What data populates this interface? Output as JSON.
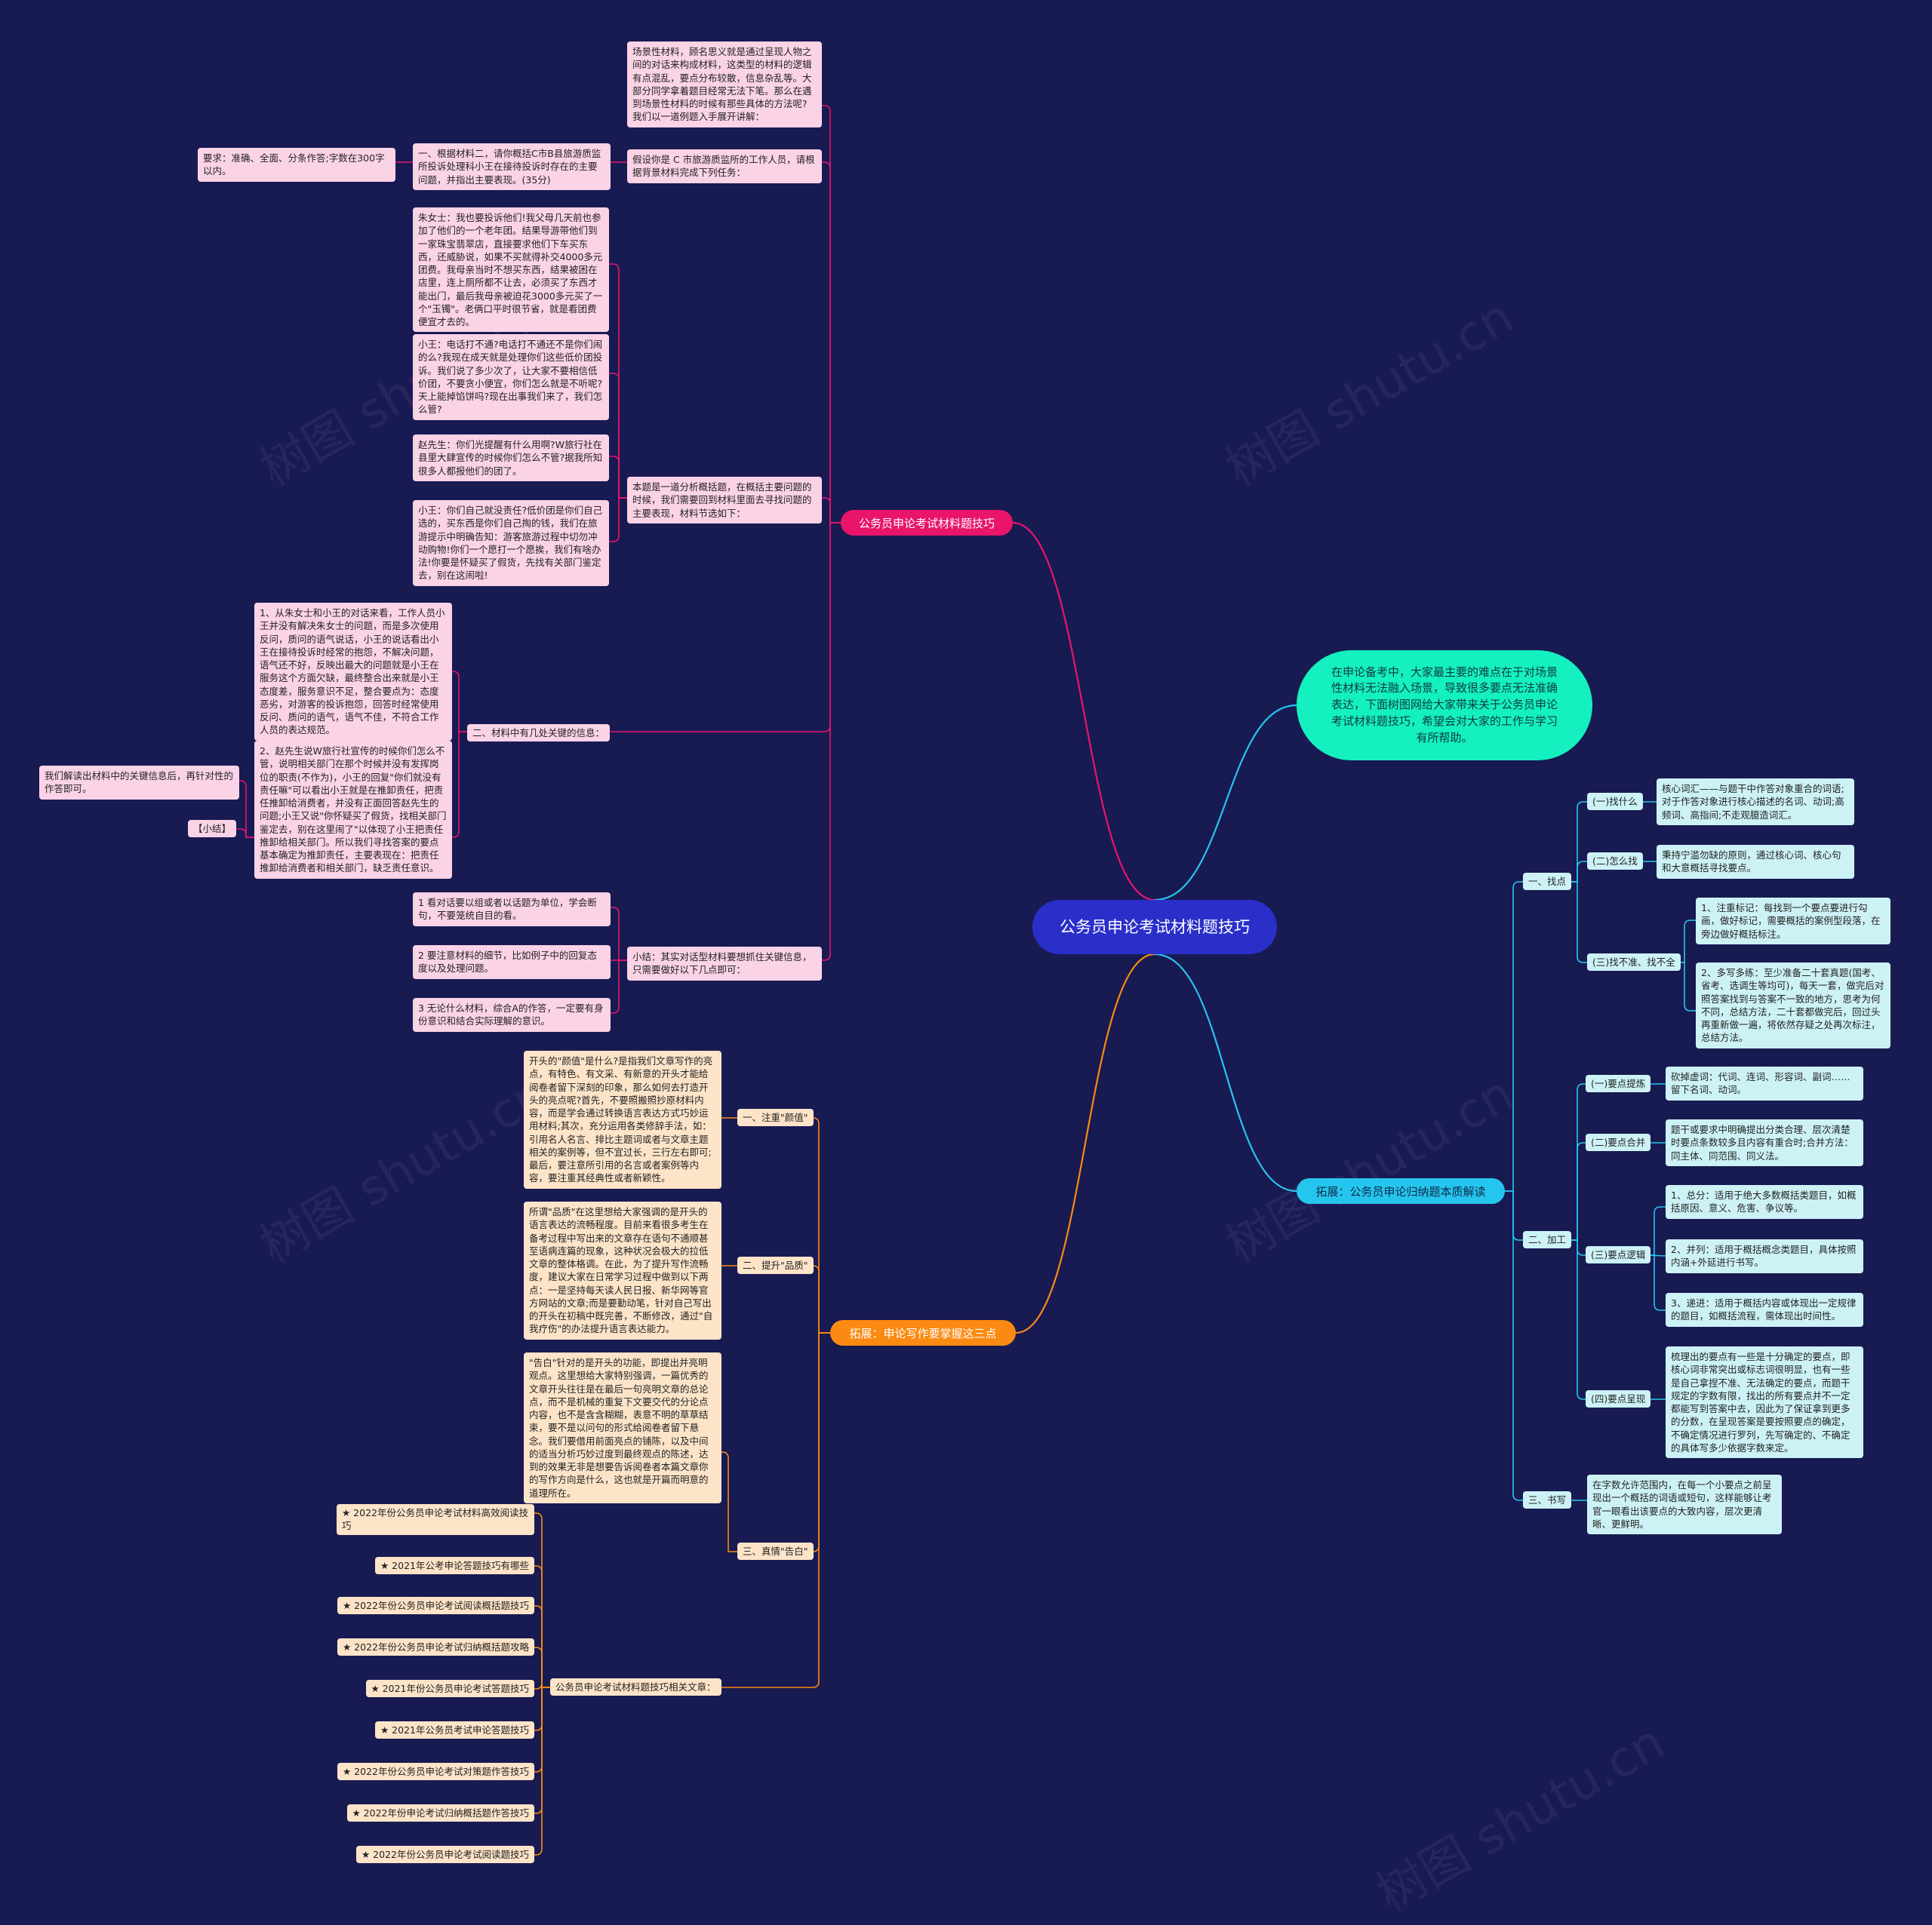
{
  "root": "公务员申论考试材料题技巧",
  "watermark": "树图 shutu.cn",
  "colors": {
    "background": "#181a52",
    "pink": "#e8156b",
    "cyan": "#25c6ee",
    "teal": "#14f0c0",
    "orange": "#fb8a12"
  },
  "b1": {
    "title": "公务员申论考试材料题技巧",
    "scene": "场景性材料，顾名思义就是通过呈现人物之间的对话来构成材料，这类型的材料的逻辑有点混乱，要点分布较散，信息杂乱等。大部分同学拿着题目经常无法下笔。那么在遇到场景性材料的时候有那些具体的方法呢?我们以一道例题入手展开讲解：",
    "assume": "假设你是 C 市旅游质监所的工作人员，请根据背景材料完成下列任务：",
    "task1": "一、根据材料二，请你概括C市B县旅游质监所投诉处理科小王在接待投诉时存在的主要问题，并指出主要表现。(35分)",
    "req": "要求：准确、全面、分条作答;字数在300字以内。",
    "analysis": "本题是一道分析概括题，在概括主要问题的时候，我们需要回到材料里面去寻找问题的主要表现，材料节选如下：",
    "m1": "朱女士：我也要投诉他们!我父母几天前也参加了他们的一个老年团。结果导游带他们到一家珠宝翡翠店，直接要求他们下车买东西，还威胁说，如果不买就得补交4000多元团费。我母亲当时不想买东西，结果被困在店里，连上厕所都不让去，必须买了东西才能出门，最后我母亲被迫花3000多元买了一个\"玉镯\"。老俩口平时很节省，就是看团费便宜才去的。",
    "m2": "小王：电话打不通?电话打不通还不是你们闹的么?我现在成天就是处理你们这些低价团投诉。我们说了多少次了，让大家不要相信低价团，不要贪小便宜，你们怎么就是不听呢?天上能掉馅饼吗?现在出事我们来了，我们怎么管?",
    "m3": "赵先生：你们光提醒有什么用啊?W旅行社在县里大肆宣传的时候你们怎么不管?据我所知很多人都报他们的团了。",
    "m4": "小王：你们自己就没责任?低价团是你们自己选的，买东西是你们自己掏的钱，我们在旅游提示中明确告知：游客旅游过程中切勿冲动购物!你们一个愿打一个愿挨，我们有啥办法!你要是怀疑买了假货，先找有关部门鉴定去，别在这闹啦!",
    "key": "二、材料中有几处关键的信息：",
    "k1": "1、从朱女士和小王的对话来看，工作人员小王并没有解决朱女士的问题，而是多次使用反问，质问的语气说话，小王的说话看出小王在接待投诉时经常的抱怨，不解决问题，语气还不好，反映出最大的问题就是小王在服务这个方面欠缺，最终整合出来就是小王态度差，服务意识不足，整合要点为：态度恶劣，对游客的投诉抱怨，回答时经常使用反问、质问的语气，语气不佳，不符合工作人员的表达规范。",
    "k2": "2、赵先生说W旅行社宣传的时候你们怎么不管，说明相关部门在那个时候并没有发挥岗位的职责(不作为)，小王的回复\"你们就没有责任嘛\"可以看出小王就是在推卸责任，把责任推卸给消费者，并没有正面回答赵先生的问题;小王又说\"你怀疑买了假货，找相关部门鉴定去，别在这里闹了\"以体现了小王把责任推卸给相关部门。所以我们寻找答案的要点基本确定为推卸责任，主要表现在：把责任推卸给消费者和相关部门，缺乏责任意识。",
    "note": "我们解读出材料中的关键信息后，再针对性的作答即可。",
    "tag": "【小结】",
    "sum": "小结：其实对话型材料要想抓住关键信息，只需要做好以下几点即可：",
    "s1": "1 看对话要以组或者以话题为单位，学会断句，不要笼统自目的看。",
    "s2": "2 要注意材料的细节，比如例子中的回复态度以及处理问题。",
    "s3": "3 无论什么材料，综合A的作答，一定要有身份意识和结合实际理解的意识。"
  },
  "b2": {
    "intro": "在申论备考中，大家最主要的难点在于对场景性材料无法融入场景，导致很多要点无法准确表达，下面树图网给大家带来关于公务员申论考试材料题技巧，希望会对大家的工作与学习有所帮助。"
  },
  "b3": {
    "title": "拓展：公务员申论归纳题本质解读",
    "find": "一、找点",
    "f1": "(一)找什么",
    "f1t": "核心词汇——与题干中作答对象重合的词语;对于作答对象进行核心描述的名词、动词;高频词、高指间;不走观臆造词汇。",
    "f2": "(二)怎么找",
    "f2t": "秉持宁滥勿缺的原则，通过核心词、核心句和大意概括寻找要点。",
    "f3": "(三)找不准、找不全",
    "f3a": "1、注重标记：每找到一个要点要进行勾画，做好标记，需要概括的案例型段落，在旁边做好概括标注。",
    "f3b": "2、多写多练：至少准备二十套真题(国考、省考、选调生等均可)，每天一套，做完后对照答案找到与答案不一致的地方，思考为何不同，总结方法，二十套都做完后，回过头再重新做一遍，将依然存疑之处再次标注，总结方法。",
    "proc": "二、加工",
    "p1": "(一)要点提炼",
    "p1t": "砍掉虚词：代词、连词、形容词、副词……留下名词、动词。",
    "p2": "(二)要点合并",
    "p2t": "题干或要求中明确提出分类合理、层次清楚时要点条数较多且内容有重合时;合并方法：同主体、同范围、同义法。",
    "p3": "(三)要点逻辑",
    "p3a": "1、总分：适用于绝大多数概括类题目，如概括原因、意义、危害、争议等。",
    "p3b": "2、并列：适用于概括概念类题目，具体按照内涵+外延进行书写。",
    "p3c": "3、递进：适用于概括内容或体现出一定规律的题目，如概括流程，需体现出时间性。",
    "p4": "(四)要点呈现",
    "p4t": "梳理出的要点有一些是十分确定的要点，即核心词非常突出或标志词很明显，也有一些是自己拿捏不准、无法确定的要点，而题干规定的字数有限，找出的所有要点并不一定都能写到答案中去，因此为了保证拿到更多的分数，在呈现答案是要按照要点的确定，不确定情况进行罗列，先写确定的、不确定的具体写多少依据字数来定。",
    "write": "三、书写",
    "wt": "在字数允许范围内，在每一个小要点之前呈现出一个概括的词语或短句，这样能够让考官一眼看出该要点的大致内容，层次更清晰、更鲜明。"
  },
  "b4": {
    "title": "拓展：申论写作要掌握这三点",
    "c1": "一、注重\"颜值\"",
    "c1t": "开头的\"颜值\"是什么?是指我们文章写作的亮点，有特色、有文采、有新意的开头才能给阅卷者留下深刻的印象，那么如何去打造开头的亮点呢?首先，不要照搬照抄原材料内容，而是学会通过转换语言表达方式巧妙运用材料;其次，充分运用各类修辞手法，如：引用名人名言、排比主题词或者与文章主题相关的案例等，但不宜过长，三行左右即可;最后，要注意所引用的名言或者案例等内容，要注重其经典性或者新颖性。",
    "c2": "二、提升\"品质\"",
    "c2t": "所谓\"品质\"在这里想给大家强调的是开头的语言表达的流畅程度。目前来看很多考生在备考过程中写出来的文章存在语句不通顺甚至语病连篇的现象，这种状况会极大的拉低文章的整体格调。在此，为了提升写作流畅度，建议大家在日常学习过程中做到以下两点：一是坚持每天读人民日报、新华网等官方网站的文章;而是要勤动笔，针对自己写出的开头在初稿中既完善，不断修改，通过\"自我疗伤\"的办法提升语言表达能力。",
    "c3": "三、真情\"告白\"",
    "c3t": "\"告白\"针对的是开头的功能，即提出并亮明观点。这里想给大家特别强调，一篇优秀的文章开头往往是在最后一句亮明文章的总论点，而不是机械的重复下文要交代的分论点内容，也不是含含糊糊，表意不明的草草结束，要不是以问句的形式给阅卷者留下悬念。我们要借用前面亮点的铺陈，以及中间的适当分析巧妙过度到最终观点的陈述，达到的效果无非是想要告诉阅卷者本篇文章你的写作方向是什么，这也就是开篇而明意的道理所在。",
    "rel": "公务员申论考试材料题技巧相关文章：",
    "links": [
      "★ 2022年份公务员申论考试材料高效阅读技巧",
      "★ 2021年公考申论答题技巧有哪些",
      "★ 2022年份公务员申论考试阅读概括题技巧",
      "★ 2022年份公务员申论考试归纳概括题攻略",
      "★ 2021年份公务员申论考试答题技巧",
      "★ 2021年公务员考试申论答题技巧",
      "★ 2022年份公务员申论考试对策题作答技巧",
      "★ 2022年份申论考试归纳概括题作答技巧",
      "★ 2022年份公务员申论考试阅读题技巧"
    ]
  }
}
